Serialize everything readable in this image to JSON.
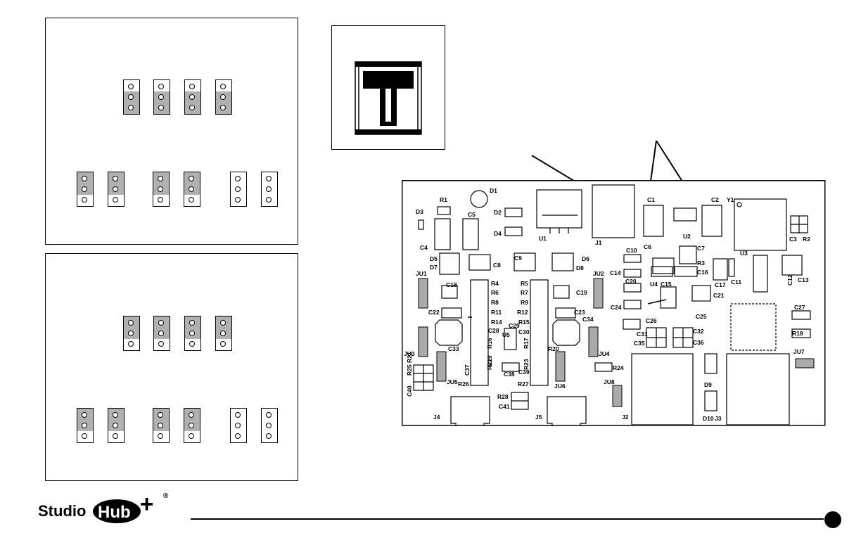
{
  "jumper_panels": {
    "top": {
      "row1": [
        "mid-bottom",
        "mid-bottom",
        "mid-bottom",
        "mid-bottom"
      ],
      "row2": [
        "top-mid",
        "top-mid",
        "top-mid",
        "top-mid",
        "none",
        "none"
      ]
    },
    "bottom": {
      "row1": [
        "top-mid",
        "top-mid",
        "top-mid",
        "top-mid"
      ],
      "row2": [
        "top-mid",
        "top-mid",
        "top-mid",
        "top-mid",
        "none",
        "none"
      ]
    }
  },
  "board_labels": {
    "D1": "D1",
    "R1": "R1",
    "D3": "D3",
    "C5": "C5",
    "D2": "D2",
    "D4": "D4",
    "U1": "U1",
    "J1": "J1",
    "C1": "C1",
    "C2": "C2",
    "Y1": "Y1",
    "U2": "U2",
    "C3": "C3",
    "R2": "R2",
    "C4": "C4",
    "D5": "D5",
    "D7": "D7",
    "C8": "C8",
    "C9": "C9",
    "D6": "D6",
    "D8": "D8",
    "C10": "C10",
    "C6": "C6",
    "C7": "C7",
    "R3": "R3",
    "U3": "U3",
    "C14": "C14",
    "C16": "C16",
    "C17": "C17",
    "C11": "C11",
    "C12": "C12",
    "C13": "C13",
    "JU1": "JU1",
    "R4": "R4",
    "R5": "R5",
    "JU2": "JU2",
    "C20": "C20",
    "U4": "U4",
    "C15": "C15",
    "R6": "R6",
    "R7": "R7",
    "C18": "C18",
    "C19": "C19",
    "R8": "R8",
    "R9": "R9",
    "C21": "C21",
    "C24": "C24",
    "C25": "C25",
    "C22": "C22",
    "R11": "R11",
    "R12": "R12",
    "C23": "C23",
    "C27": "C27",
    "R14": "R14",
    "R15": "R15",
    "C26": "C26",
    "C29": "C29",
    "C28": "C28",
    "C30": "C30",
    "C34": "C34",
    "C31": "C31",
    "C32": "C32",
    "R18": "R18",
    "U5": "U5",
    "R16": "R16",
    "R17": "R17",
    "C35": "C35",
    "C36": "C36",
    "R19": "R19",
    "C33": "C33",
    "R20": "R20",
    "JU3": "JU3",
    "R21": "R21",
    "JU4": "JU4",
    "JU7": "JU7",
    "R23": "R23",
    "R22": "R22",
    "R25": "R25",
    "C37": "C37",
    "R24": "R24",
    "C39": "C39",
    "C38": "C38",
    "JU5": "JU5",
    "C40": "C40",
    "R26": "R26",
    "R27": "R27",
    "JU6": "JU6",
    "JU8": "JU8",
    "D9": "D9",
    "R28": "R28",
    "C41": "C41",
    "J2": "J2",
    "J4": "J4",
    "J5": "J5",
    "D10": "D10",
    "J3": "J3"
  },
  "logo": {
    "word1": "Studio",
    "word2": "Hub",
    "plus": "+",
    "reg": "®"
  },
  "colors": {
    "shade": "#b0b0b0",
    "ink": "#000000"
  }
}
